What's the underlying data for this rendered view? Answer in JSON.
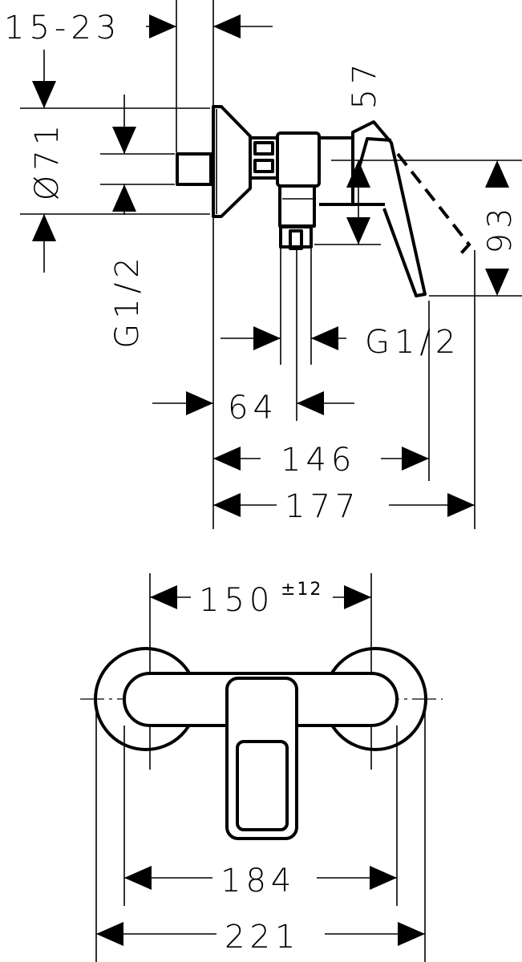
{
  "side_view": {
    "wall_depth": "15-23",
    "rosette_diameter": "Ø71",
    "inlet_thread_left": "G1/2",
    "handle_height": "57",
    "handle_drop": "93",
    "outlet_thread": "G1/2",
    "outlet_offset": "64",
    "handle_projection": "146",
    "total_projection": "177"
  },
  "front_view": {
    "center_distance": "150",
    "center_distance_tolerance": "±12",
    "body_width": "184",
    "overall_width": "221"
  }
}
